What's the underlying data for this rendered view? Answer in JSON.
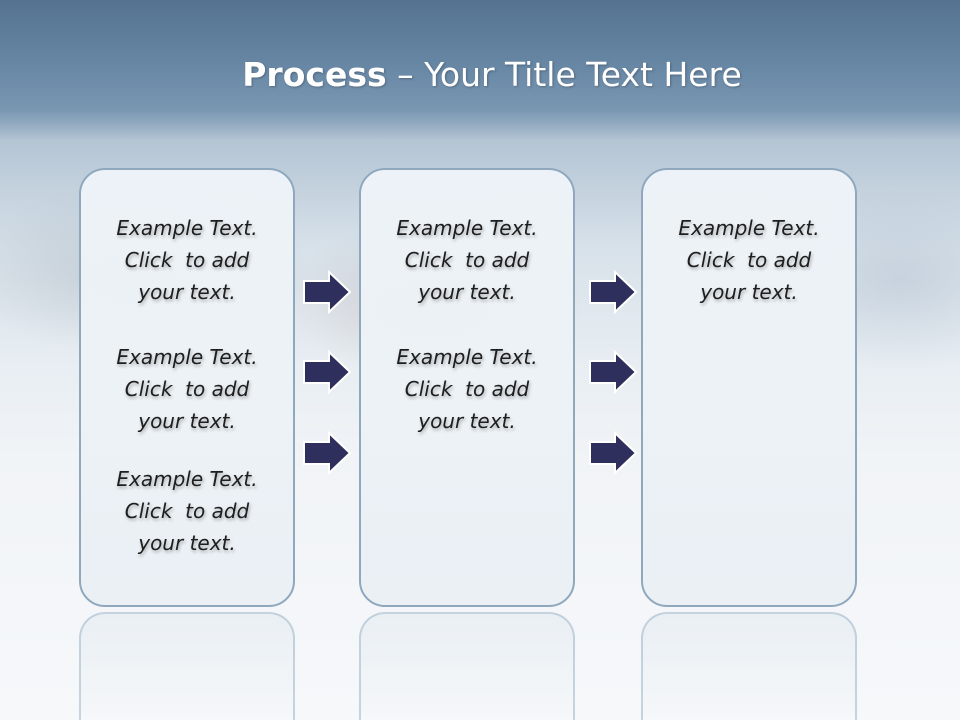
{
  "title": {
    "bold": "Process",
    "rest": "– Your Title Text Here"
  },
  "columns": [
    {
      "items": [
        {
          "line1": "Example Text.",
          "line2": "Click  to add",
          "line3": "your text."
        },
        {
          "line1": "Example Text.",
          "line2": "Click  to add",
          "line3": "your text."
        },
        {
          "line1": "Example Text.",
          "line2": "Click  to add",
          "line3": "your text."
        }
      ]
    },
    {
      "items": [
        {
          "line1": "Example Text.",
          "line2": "Click  to add",
          "line3": "your text."
        },
        {
          "line1": "Example Text.",
          "line2": "Click  to add",
          "line3": "your text."
        }
      ]
    },
    {
      "items": [
        {
          "line1": "Example Text.",
          "line2": "Click  to add",
          "line3": "your text."
        }
      ]
    }
  ],
  "icons": {
    "arrow": "right-arrow-icon"
  },
  "colors": {
    "arrow_fill": "#2e2f5c",
    "box_border": "#8fa8be",
    "title_text": "#ffffff"
  }
}
